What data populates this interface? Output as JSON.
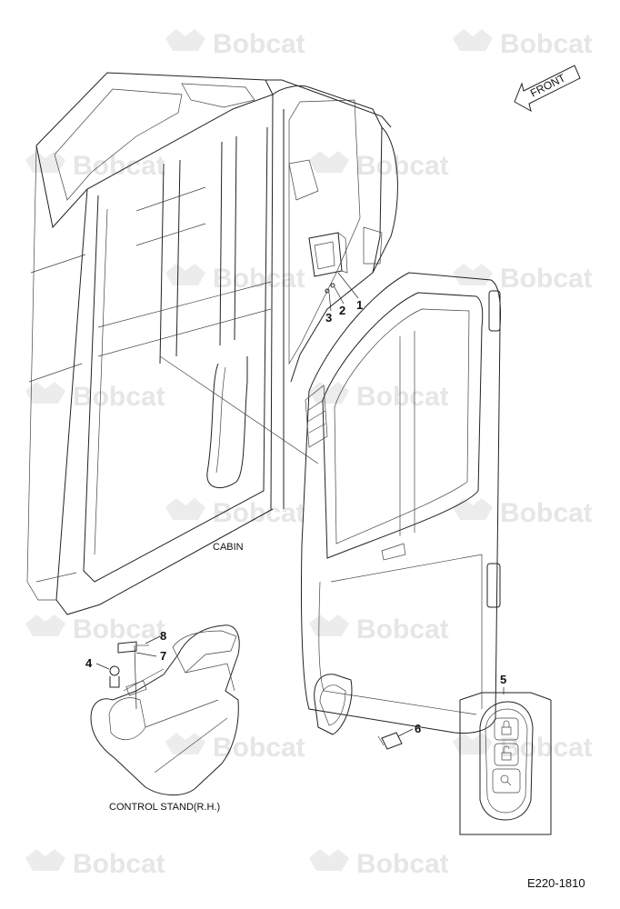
{
  "watermark": {
    "text": "Bobcat",
    "logo_icon": "bobcat-head-icon"
  },
  "direction": {
    "label": "FRONT"
  },
  "assemblies": {
    "cabin": "CABIN",
    "control_stand": "CONTROL STAND(R.H.)"
  },
  "callouts": {
    "c1": "1",
    "c2": "2",
    "c3": "3",
    "c4": "4",
    "c5": "5",
    "c6": "6",
    "c7": "7",
    "c8": "8"
  },
  "drawing_code": "E220-1810"
}
